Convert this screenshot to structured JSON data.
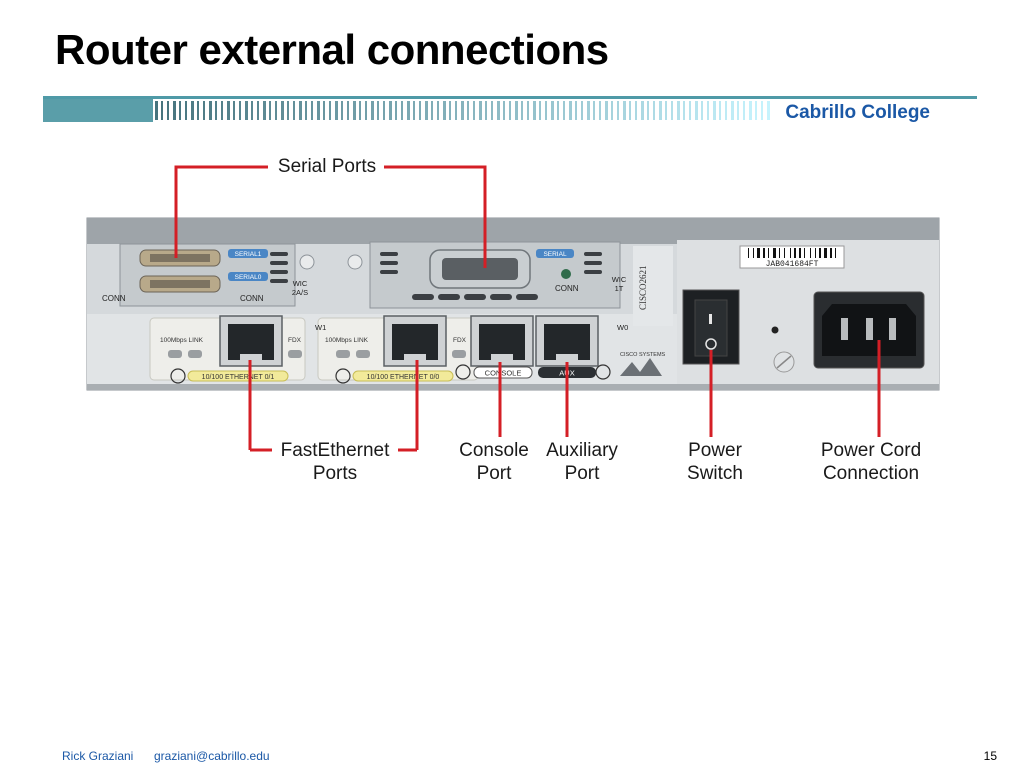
{
  "slide": {
    "title": "Router external connections",
    "college": "Cabrillo College",
    "author": "Rick Graziani",
    "email": "graziani@cabrillo.edu",
    "page_number": "15"
  },
  "callouts": {
    "serial_ports": "Serial Ports",
    "fastethernet_ports": "FastEthernet\nPorts",
    "console_port": "Console\nPort",
    "auxiliary_port": "Auxiliary\nPort",
    "power_switch": "Power\nSwitch",
    "power_cord": "Power Cord\nConnection"
  },
  "router_labels": {
    "serial1": "SERIAL1",
    "serial0": "SERIAL0",
    "serial": "SERIAL",
    "conn_left": "CONN",
    "conn_mid": "CONN",
    "conn_right": "CONN",
    "wic_2as": "WIC\n2A/S",
    "wic_1t": "WIC\n1T",
    "w1": "W1",
    "w0": "W0",
    "link_left": "100Mbps LINK",
    "link_mid": "100Mbps LINK",
    "fdx_left": "FDX",
    "fdx_mid": "FDX",
    "eth01": "10/100 ETHERNET 0/1",
    "eth00": "10/100 ETHERNET 0/0",
    "console": "CONSOLE",
    "aux": "AUX",
    "model": "CISCO2621",
    "vendor": "CISCO SYSTEMS",
    "serial_number": "JAB041684FT"
  },
  "colors": {
    "callout_line": "#d41f26",
    "band_teal": "#4f9aa7",
    "college_blue": "#1b58a6",
    "chassis": "#cdd2d6",
    "port_label_blue": "#4a86c5"
  }
}
